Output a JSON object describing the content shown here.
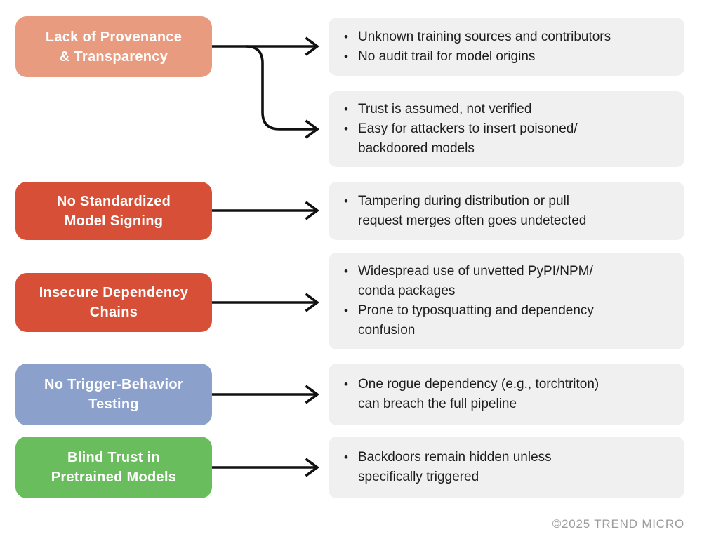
{
  "ui": {
    "bullet": "•"
  },
  "colors": {
    "salmon": "#E89B7F",
    "red": "#D74F36",
    "blue": "#8BA0CB",
    "green": "#6ABD5C",
    "effect_box_bg": "#F0F0F0",
    "arrow": "#111111",
    "text": "#1D1D1D",
    "footer": "#9B9B9B"
  },
  "causes": [
    {
      "label": "Lack of Provenance\n& Transparency",
      "color": "#E89B7F"
    },
    {
      "label": "No Standardized\nModel Signing",
      "color": "#D74F36"
    },
    {
      "label": "Insecure Dependency\nChains",
      "color": "#D74F36"
    },
    {
      "label": "No Trigger-Behavior\nTesting",
      "color": "#8BA0CB"
    },
    {
      "label": "Blind Trust in\nPretrained Models",
      "color": "#6ABD5C"
    }
  ],
  "effects": [
    {
      "bullets": [
        "Unknown training sources and contributors",
        "No audit trail for model origins"
      ]
    },
    {
      "bullets": [
        "Trust is assumed, not verified",
        "Easy for attackers to insert poisoned/\nbackdoored models"
      ]
    },
    {
      "bullets": [
        "Tampering during distribution or pull\nrequest merges often goes undetected"
      ]
    },
    {
      "bullets": [
        "Widespread use of unvetted PyPI/NPM/\nconda packages",
        "Prone to typosquatting and dependency\nconfusion"
      ]
    },
    {
      "bullets": [
        "One rogue dependency (e.g., torchtriton)\ncan breach the full pipeline"
      ]
    },
    {
      "bullets": [
        "Backdoors remain hidden unless\nspecifically triggered"
      ]
    }
  ],
  "footer": {
    "text": "©2025 TREND MICRO"
  }
}
